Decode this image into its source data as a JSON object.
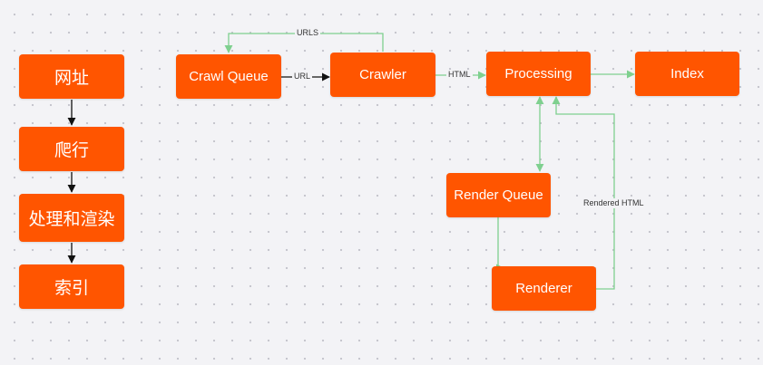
{
  "colors": {
    "node_fill": "#ff5500",
    "node_text": "#ffffff",
    "edge_black": "#111111",
    "edge_green": "#7fd08f",
    "background": "#f3f3f6"
  },
  "left_flow": {
    "steps": [
      "网址",
      "爬行",
      "处理和渲染",
      "索引"
    ]
  },
  "pipeline": {
    "nodes": {
      "crawl_queue": "Crawl Queue",
      "crawler": "Crawler",
      "processing": "Processing",
      "index": "Index",
      "render_queue": "Render Queue",
      "renderer": "Renderer"
    },
    "edge_labels": {
      "urls": "URLS",
      "url": "URL",
      "html": "HTML",
      "rendered_html": "Rendered HTML"
    }
  }
}
